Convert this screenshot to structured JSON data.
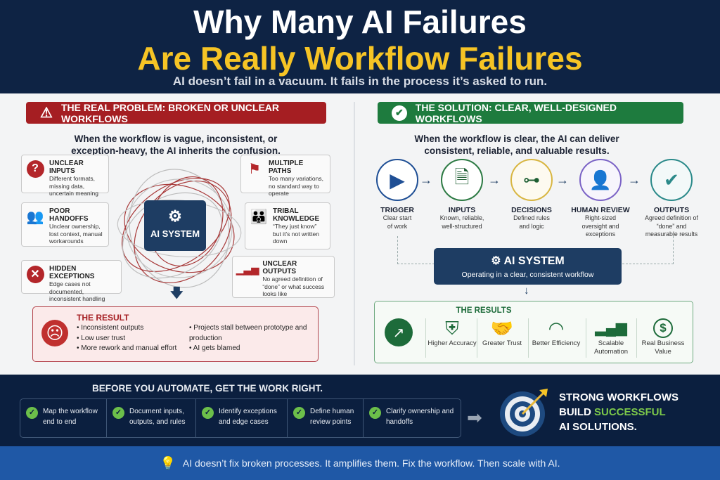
{
  "header": {
    "title_line1": "Why Many AI Failures",
    "title_line2": "Are Really Workflow Failures",
    "subtitle": "AI doesn’t fail in a vacuum. It fails in the process it’s asked to run."
  },
  "problem": {
    "banner": "THE REAL PROBLEM: BROKEN OR UNCLEAR WORKFLOWS",
    "intro": "When the workflow is vague, inconsistent, or exception-heavy, the AI inherits the confusion.",
    "ai_label": "AI SYSTEM",
    "items": [
      {
        "title": "UNCLEAR INPUTS",
        "desc": "Different formats, missing data, uncertain meaning",
        "icon": "question-icon"
      },
      {
        "title": "POOR HANDOFFS",
        "desc": "Unclear ownership, lost context, manual workarounds",
        "icon": "people-icon"
      },
      {
        "title": "HIDDEN EXCEPTIONS",
        "desc": "Edge cases not documented, inconsistent handling",
        "icon": "x-icon"
      },
      {
        "title": "MULTIPLE PATHS",
        "desc": "Too many variations, no standard way to operate",
        "icon": "signpost-icon"
      },
      {
        "title": "TRIBAL KNOWLEDGE",
        "desc": "“They just know” but it’s not written down",
        "icon": "group-icon"
      },
      {
        "title": "UNCLEAR OUTPUTS",
        "desc": "No agreed definition of “done” or what success looks like",
        "icon": "bar-chart-icon"
      }
    ],
    "result": {
      "title": "THE RESULT",
      "col1": [
        "Inconsistent outputs",
        "Low user trust",
        "More rework and manual effort"
      ],
      "col2": [
        "Projects stall between prototype and production",
        "AI gets blamed"
      ]
    }
  },
  "solution": {
    "banner": "THE SOLUTION: CLEAR, WELL-DESIGNED WORKFLOWS",
    "intro": "When the workflow is clear, the AI can deliver consistent, reliable, and valuable results.",
    "steps": [
      {
        "title": "TRIGGER",
        "desc": "Clear start of work",
        "color": "#1f4f95",
        "icon": "play-icon"
      },
      {
        "title": "INPUTS",
        "desc": "Known, reliable, well-structured",
        "color": "#2c7a43",
        "icon": "document-icon"
      },
      {
        "title": "DECISIONS",
        "desc": "Defined rules and logic",
        "color": "#d8b642",
        "icon": "hierarchy-icon"
      },
      {
        "title": "HUMAN REVIEW",
        "desc": "Right-sized oversight and exceptions",
        "color": "#7b63c6",
        "icon": "person-icon"
      },
      {
        "title": "OUTPUTS",
        "desc": "Agreed definition of “done” and measurable results",
        "color": "#2b8a8a",
        "icon": "check-icon"
      }
    ],
    "ai_title": "AI SYSTEM",
    "ai_desc": "Operating in a clear, consistent workflow",
    "results_title": "THE RESULTS",
    "results": [
      {
        "label": "Higher Accuracy",
        "icon": "shield-icon"
      },
      {
        "label": "Greater Trust",
        "icon": "handshake-icon"
      },
      {
        "label": "Better Efficiency",
        "icon": "gauge-icon"
      },
      {
        "label": "Scalable Automation",
        "icon": "bar-chart-icon"
      },
      {
        "label": "Real Business Value",
        "icon": "dollar-icon"
      }
    ]
  },
  "checklist": {
    "title": "BEFORE YOU AUTOMATE, GET THE WORK RIGHT.",
    "items": [
      "Map the workflow end to end",
      "Document inputs, outputs, and rules",
      "Identify exceptions and edge cases",
      "Define human review points",
      "Clarify ownership and handoffs"
    ]
  },
  "tagline": {
    "line1": "STRONG WORKFLOWS",
    "line2a": "BUILD ",
    "line2b": "SUCCESSFUL",
    "line3": "AI SOLUTIONS."
  },
  "footer": "AI doesn’t fix broken processes. It amplifies them.  Fix the workflow. Then scale with AI.",
  "colors": {
    "navy": "#0e2344",
    "yellow": "#f6c425",
    "red": "#a51e22",
    "green": "#1e7b3e",
    "footer_blue": "#1f58a6"
  }
}
